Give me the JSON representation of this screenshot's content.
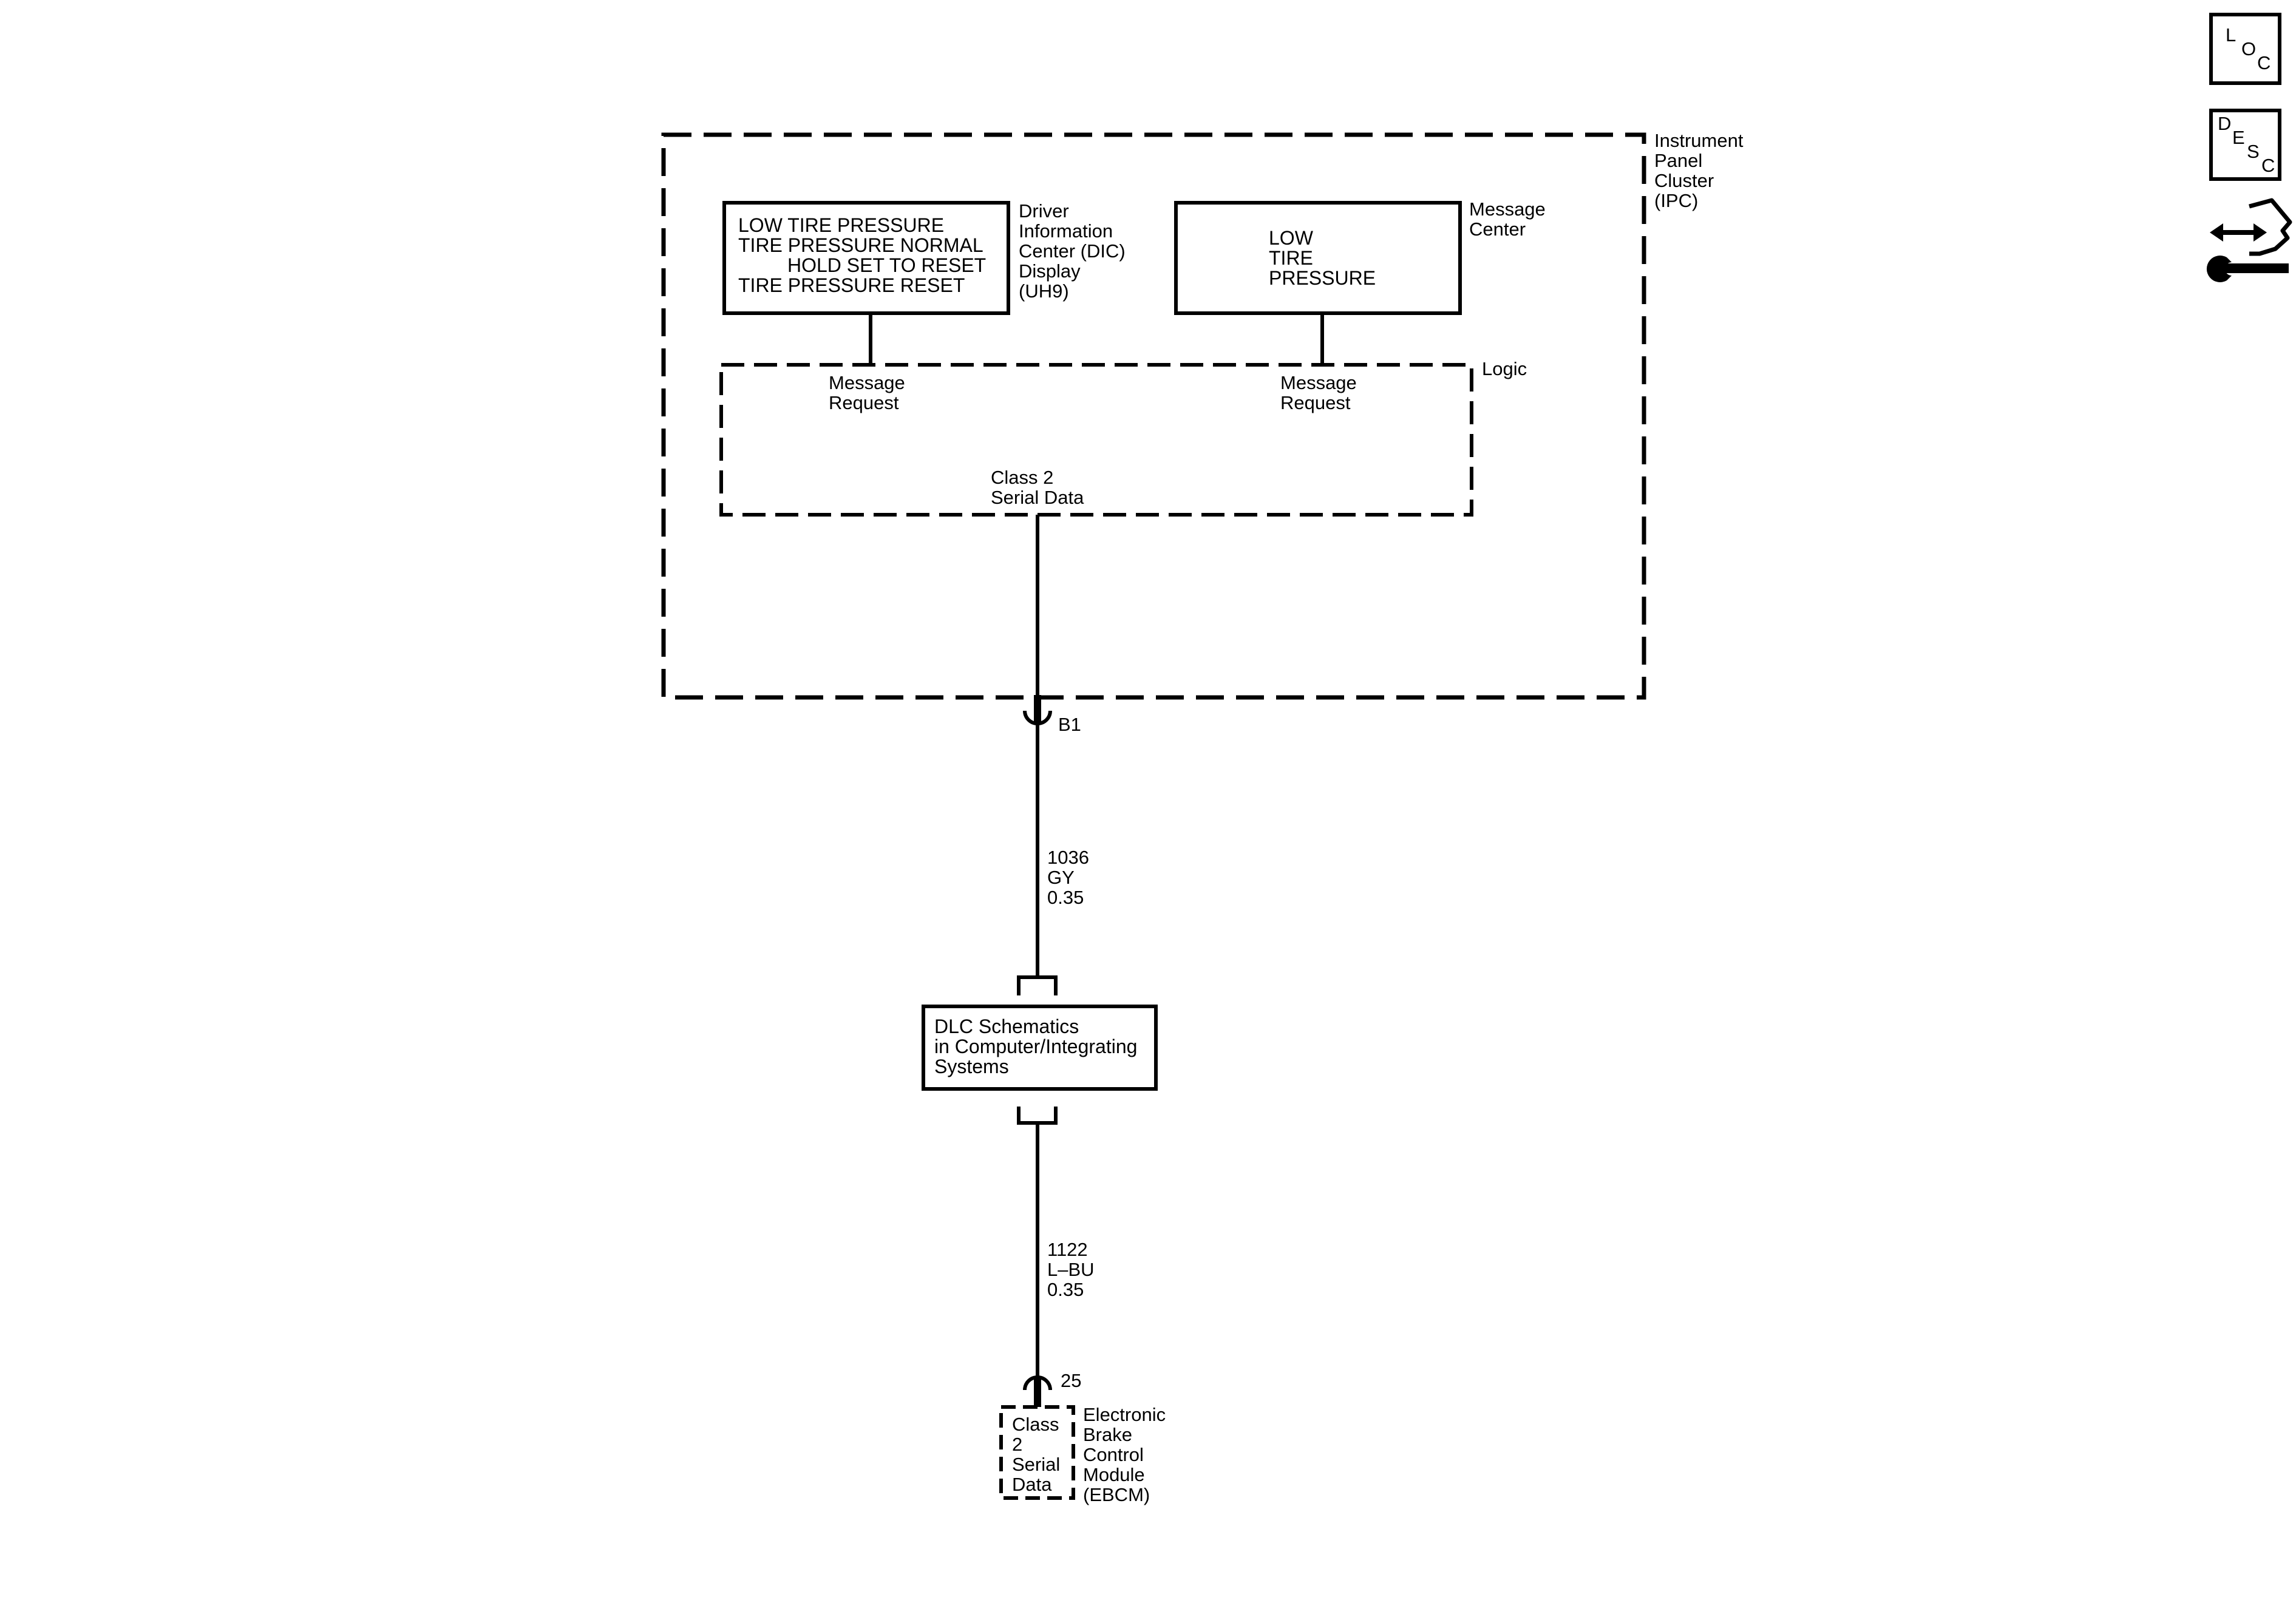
{
  "ipc": {
    "label_lines": [
      "Instrument",
      "Panel",
      "Cluster",
      "(IPC)"
    ],
    "dic_display_lines": [
      "LOW TIRE PRESSURE",
      "TIRE PRESSURE NORMAL",
      "HOLD SET TO RESET",
      "TIRE PRESSURE RESET"
    ],
    "dic_label_lines": [
      "Driver",
      "Information",
      "Center (DIC)",
      "Display",
      "(UH9)"
    ],
    "message_center_display_lines": [
      "LOW",
      "TIRE",
      "PRESSURE"
    ],
    "message_center_label_lines": [
      "Message",
      "Center"
    ],
    "logic_label": "Logic",
    "message_request_lines": [
      "Message",
      "Request"
    ],
    "class2_lines": [
      "Class 2",
      "Serial Data"
    ],
    "connector_b1": "B1"
  },
  "wire_1": {
    "lines": [
      "1036",
      "GY",
      "0.35"
    ]
  },
  "dlc": {
    "lines": [
      "DLC Schematics",
      "in Computer/Integrating",
      "Systems"
    ]
  },
  "wire_2": {
    "lines": [
      "1122",
      "L–BU",
      "0.35"
    ]
  },
  "ebcm": {
    "pin": "25",
    "box_lines": [
      "Class",
      "2",
      "Serial",
      "Data"
    ],
    "label_lines": [
      "Electronic",
      "Brake",
      "Control",
      "Module",
      "(EBCM)"
    ]
  },
  "sidebar": {
    "loc_icon": {
      "letters": [
        "L",
        "O",
        "C"
      ]
    },
    "desc_icon": {
      "letters": [
        "D",
        "E",
        "S",
        "C"
      ]
    },
    "tools_icon": "connector-wrench-icon"
  }
}
